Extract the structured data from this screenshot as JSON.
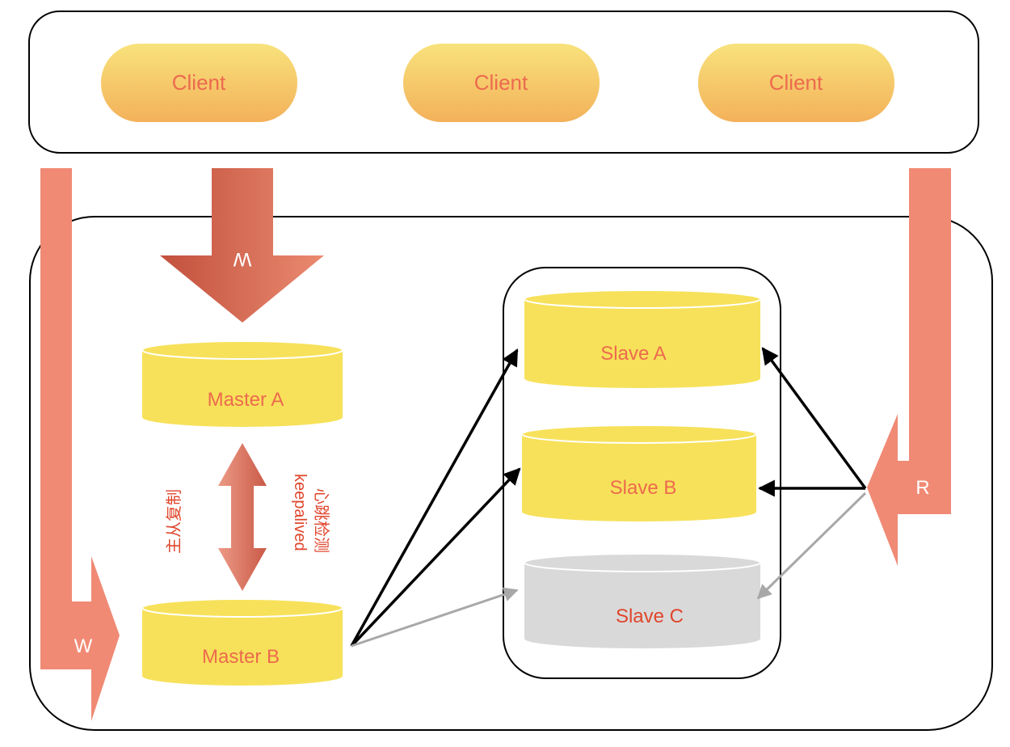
{
  "clients": [
    {
      "label": "Client"
    },
    {
      "label": "Client"
    },
    {
      "label": "Client"
    }
  ],
  "masters": {
    "master_a": {
      "label": "Master A"
    },
    "master_b": {
      "label": "Master B"
    }
  },
  "slaves": {
    "slave_a": {
      "label": "Slave A"
    },
    "slave_b": {
      "label": "Slave B"
    },
    "slave_c": {
      "label": "Slave C",
      "state": "grey"
    }
  },
  "flows": {
    "write_top": {
      "label": "W"
    },
    "write_left": {
      "label": "W"
    },
    "read_right": {
      "label": "R"
    }
  },
  "annotations": {
    "replication": "主从复制",
    "keepalived_1": "keepalived",
    "keepalived_2": "心跳检测"
  },
  "colors": {
    "client_top": "#f8df78",
    "client_bottom": "#f4b35c",
    "db_yellow": "#f7e15a",
    "db_grey": "#d9d9d9",
    "text_orange": "#ec6a4e",
    "text_red": "#e0462c",
    "arrow_salmon": "#f08a75",
    "arrow_dark": "#c95a47"
  }
}
